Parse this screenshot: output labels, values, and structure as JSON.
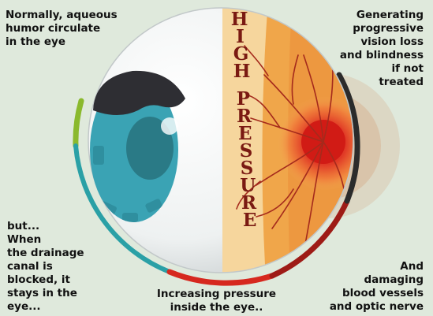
{
  "colors": {
    "background": "#dfe9dc",
    "iris": "#3aa3b4",
    "lid": "#2e2e33",
    "pressure_band": "#f6d69d",
    "retina": "#f0a64a",
    "vessels": "#a52a1c",
    "optic_nerve": "#d8241b",
    "arc_green": "#8ab92d",
    "arc_teal": "#2aa0a6",
    "arc_red": "#d6281e",
    "arc_dark": "#2b2b2b"
  },
  "diagram": {
    "band_title": "HIGH PRESSURE"
  },
  "captions": {
    "top_left": "Normally, aqueous\nhumor circulate\nin the eye",
    "top_right": "Generating\nprogressive\nvision loss\nand blindness\nif not\ntreated",
    "bottom_left": "but...\nWhen\nthe drainage\ncanal is\nblocked, it\nstays in the\neye...",
    "bottom_center": "Increasing pressure\ninside the eye..",
    "bottom_right": "And\ndamaging\nblood vessels\nand optic nerve"
  },
  "icons": [
    "eyeball-illustration",
    "optic-nerve-glow",
    "blood-vessels"
  ]
}
